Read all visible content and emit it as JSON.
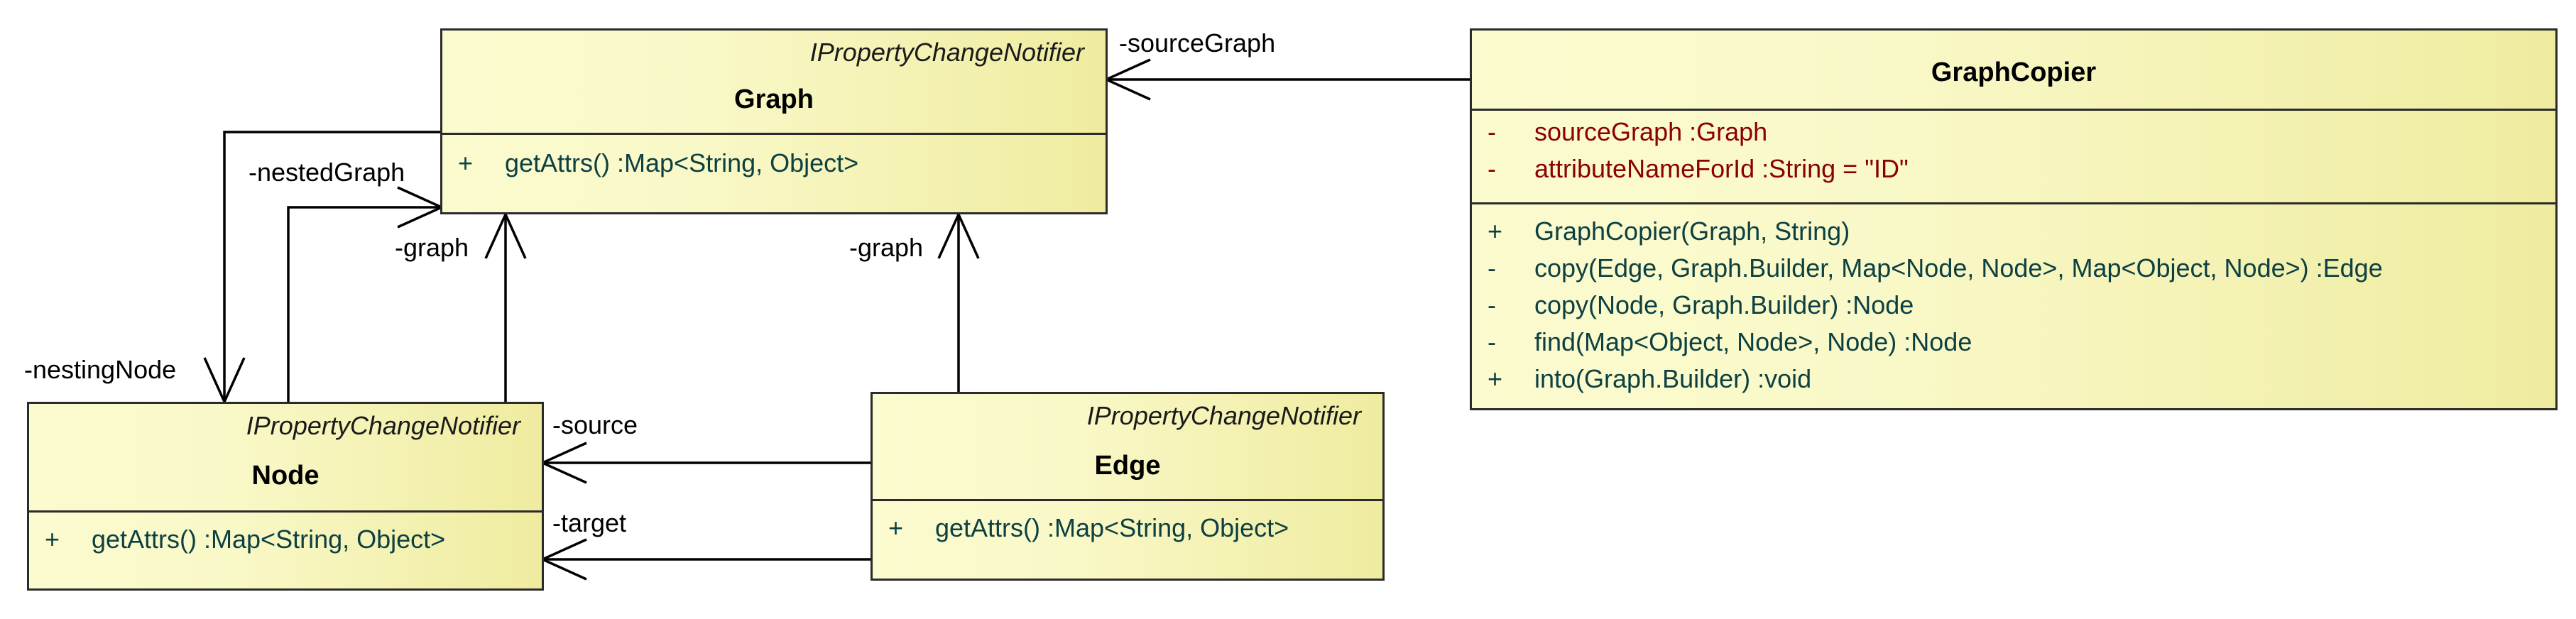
{
  "diagram": {
    "classes": {
      "graph": {
        "stereotype": "IPropertyChangeNotifier",
        "name": "Graph",
        "operations": [
          {
            "visibility": "+",
            "text": "getAttrs()  :Map<String, Object>"
          }
        ]
      },
      "graph_copier": {
        "name": "GraphCopier",
        "attributes": [
          {
            "visibility": "-",
            "text": "sourceGraph  :Graph"
          },
          {
            "visibility": "-",
            "text": "attributeNameForId  :String = \"ID\""
          }
        ],
        "operations": [
          {
            "visibility": "+",
            "text": "GraphCopier(Graph, String)"
          },
          {
            "visibility": "-",
            "text": "copy(Edge, Graph.Builder, Map<Node, Node>, Map<Object, Node>)  :Edge"
          },
          {
            "visibility": "-",
            "text": "copy(Node, Graph.Builder)  :Node"
          },
          {
            "visibility": "-",
            "text": "find(Map<Object, Node>, Node)  :Node"
          },
          {
            "visibility": "+",
            "text": "into(Graph.Builder)  :void"
          }
        ]
      },
      "node": {
        "stereotype": "IPropertyChangeNotifier",
        "name": "Node",
        "operations": [
          {
            "visibility": "+",
            "text": "getAttrs()  :Map<String, Object>"
          }
        ]
      },
      "edge": {
        "stereotype": "IPropertyChangeNotifier",
        "name": "Edge",
        "operations": [
          {
            "visibility": "+",
            "text": "getAttrs()  :Map<String, Object>"
          }
        ]
      }
    },
    "roles": {
      "source_graph": "-sourceGraph",
      "nested_graph": "-nestedGraph",
      "node_graph": "-graph",
      "edge_graph": "-graph",
      "nesting_node": "-nestingNode",
      "source": "-source",
      "target": "-target"
    },
    "colors": {
      "class_fill_light": "#fbfbcf",
      "class_fill_dark": "#efeca0",
      "border": "#2b2b2b",
      "operation_text": "#0c4042",
      "attribute_text": "#8b0000"
    }
  }
}
